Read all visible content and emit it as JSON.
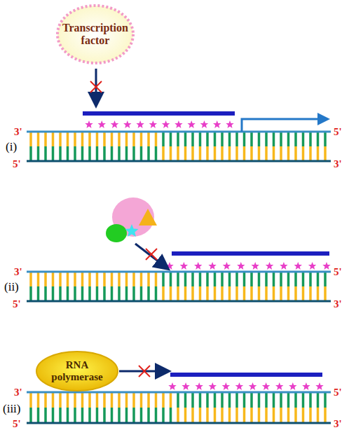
{
  "diagram": {
    "nodes": [
      {
        "text": [
          "Transcription factor"
        ]
      },
      {
        "text": [
          "RNA polymerase"
        ]
      }
    ],
    "labels": [
      "(i)",
      "3'",
      "5'",
      "5'",
      "3'",
      "(ii)",
      "3'",
      "5'",
      "5'",
      "3'",
      "(iii)",
      "3'",
      "5'",
      "5'",
      "3'"
    ]
  }
}
